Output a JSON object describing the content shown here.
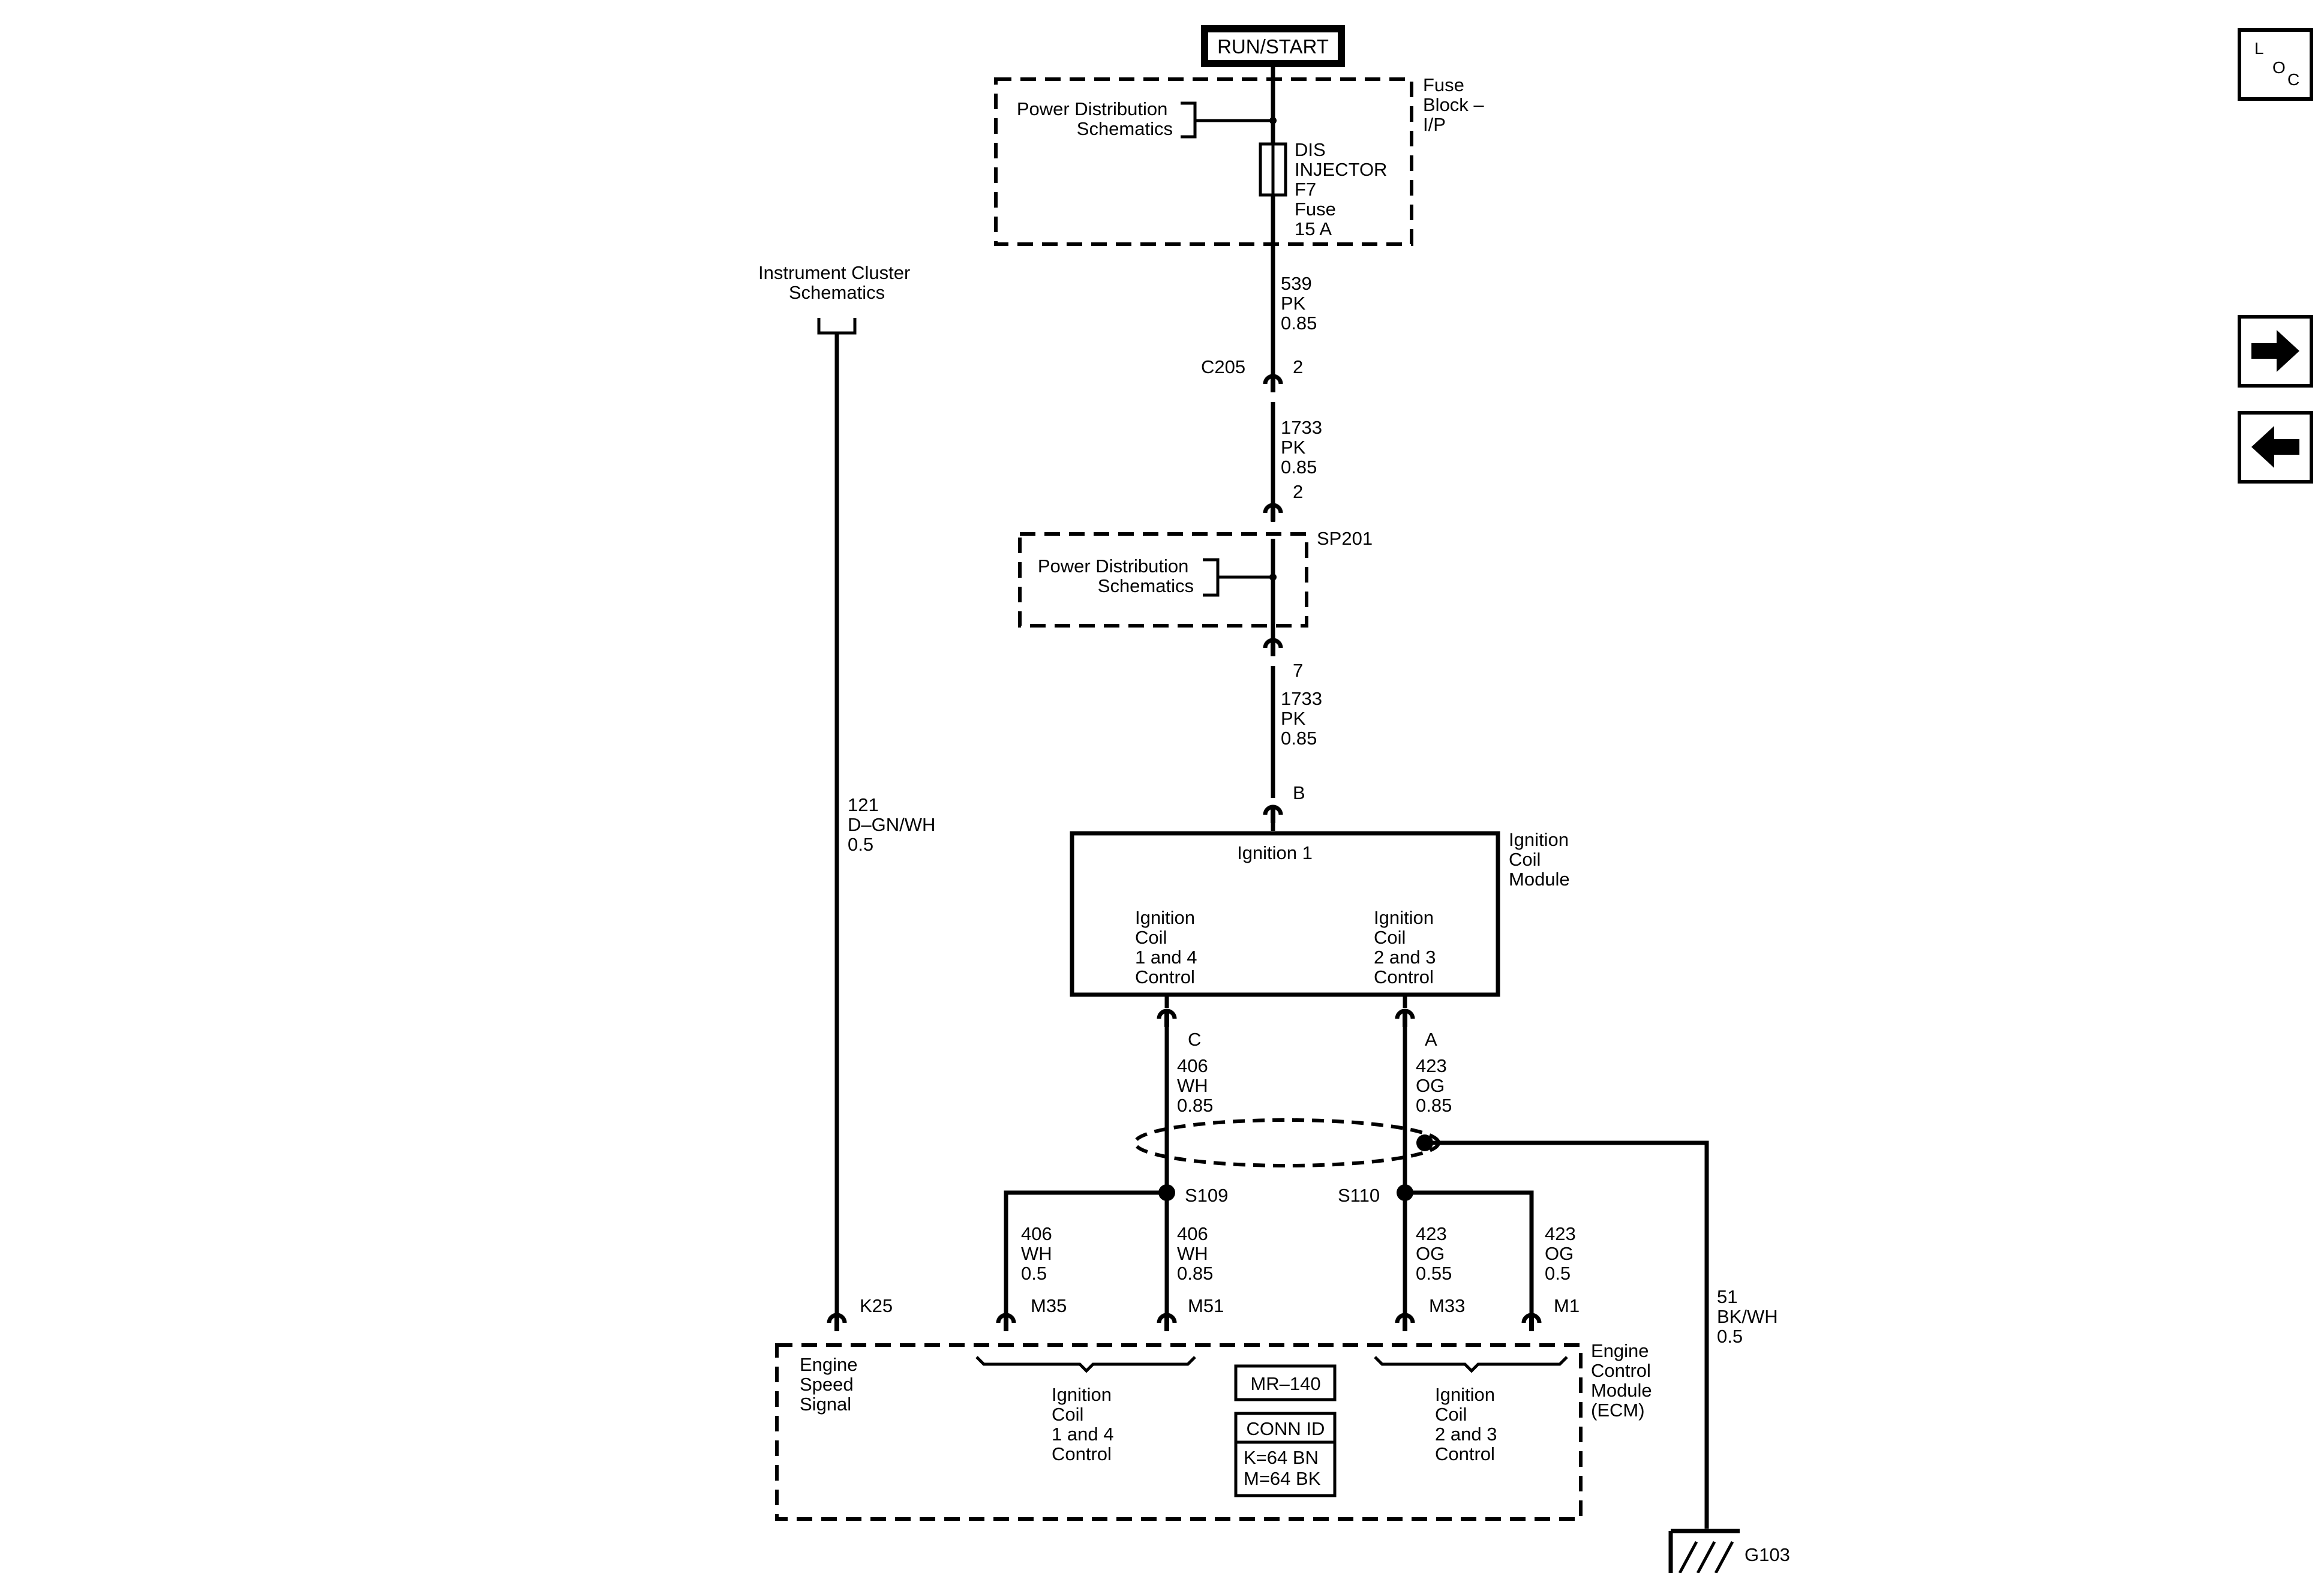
{
  "power_source": "RUN/START",
  "fuse_block": {
    "title_lines": [
      "Fuse",
      "Block –",
      "I/P"
    ],
    "ref_lines": [
      "Power Distribution",
      "Schematics"
    ],
    "fuse_lines": [
      "DIS",
      "INJECTOR",
      "F7",
      "Fuse",
      "15 A"
    ]
  },
  "wire_539": [
    "539",
    "PK",
    "0.85"
  ],
  "c205": {
    "name": "C205",
    "pin": "2"
  },
  "wire_1733a": [
    "1733",
    "PK",
    "0.85"
  ],
  "sp201_in_pin": "2",
  "sp201": {
    "name": "SP201",
    "ref_lines": [
      "Power Distribution",
      "Schematics"
    ]
  },
  "sp201_out_pin": "7",
  "wire_1733b": [
    "1733",
    "PK",
    "0.85"
  ],
  "coil_pin_b": "B",
  "ignition_coil_module": {
    "title_lines": [
      "Ignition",
      "Coil",
      "Module"
    ],
    "ignition_label": "Ignition 1",
    "left_lines": [
      "Ignition",
      "Coil",
      "1 and 4",
      "Control"
    ],
    "right_lines": [
      "Ignition",
      "Coil",
      "2 and 3",
      "Control"
    ]
  },
  "coil_pin_c": "C",
  "coil_pin_a": "A",
  "wire_406_top": [
    "406",
    "WH",
    "0.85"
  ],
  "wire_423_top": [
    "423",
    "OG",
    "0.85"
  ],
  "splice_s109": "S109",
  "splice_s110": "S110",
  "wire_406_m35": [
    "406",
    "WH",
    "0.5"
  ],
  "wire_406_m51": [
    "406",
    "WH",
    "0.85"
  ],
  "wire_423_m33": [
    "423",
    "OG",
    "0.55"
  ],
  "wire_423_m1": [
    "423",
    "OG",
    "0.5"
  ],
  "wire_51": [
    "51",
    "BK/WH",
    "0.5"
  ],
  "ground": "G103",
  "instrument_cluster_ref": [
    "Instrument Cluster",
    "Schematics"
  ],
  "wire_121": [
    "121",
    "D–GN/WH",
    "0.5"
  ],
  "pins": {
    "k25": "K25",
    "m35": "M35",
    "m51": "M51",
    "m33": "M33",
    "m1": "M1"
  },
  "ecm": {
    "title_lines": [
      "Engine",
      "Control",
      "Module",
      "(ECM)"
    ],
    "speed_lines": [
      "Engine",
      "Speed",
      "Signal"
    ],
    "coil14_lines": [
      "Ignition",
      "Coil",
      "1 and 4",
      "Control"
    ],
    "coil23_lines": [
      "Ignition",
      "Coil",
      "2 and 3",
      "Control"
    ]
  },
  "mr_ref": "MR–140",
  "conn_id": {
    "title": "CONN ID",
    "lines": [
      "K=64 BN",
      "M=64 BK"
    ]
  },
  "nav": {
    "loc_letters": [
      "L",
      "O",
      "C"
    ]
  }
}
